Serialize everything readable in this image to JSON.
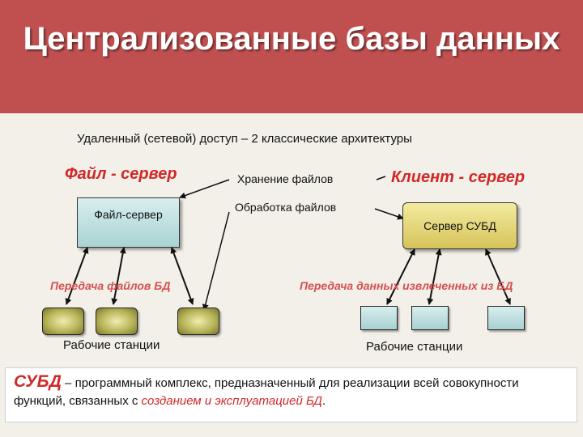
{
  "header": {
    "title": "Централизованные базы данных"
  },
  "subtitle": "Удаленный (сетевой) доступ – 2 классические архитектуры",
  "left": {
    "arch_title": "Файл - сервер",
    "server_label": "Файл-сервер",
    "transfer_label": "Передача файлов БД",
    "workstations_label": "Рабочие станции"
  },
  "middle": {
    "storage_label": "Хранение файлов",
    "processing_label": "Обработка файлов"
  },
  "right": {
    "arch_title": "Клиент - сервер",
    "server_label": "Сервер СУБД",
    "transfer_label": "Передача данных извлеченных из БД",
    "workstations_label": "Рабочие станции"
  },
  "definition": {
    "term": "СУБД",
    "text_before": " – программный комплекс, предназначенный для реализации всей совокупности функций, связанных с ",
    "highlight": "созданием и эксплуатацией БД",
    "text_after": "."
  },
  "colors": {
    "header_bg": "#c05050",
    "accent_red": "#d02828",
    "transfer_red": "#d65050",
    "background": "#f3f0e9"
  }
}
